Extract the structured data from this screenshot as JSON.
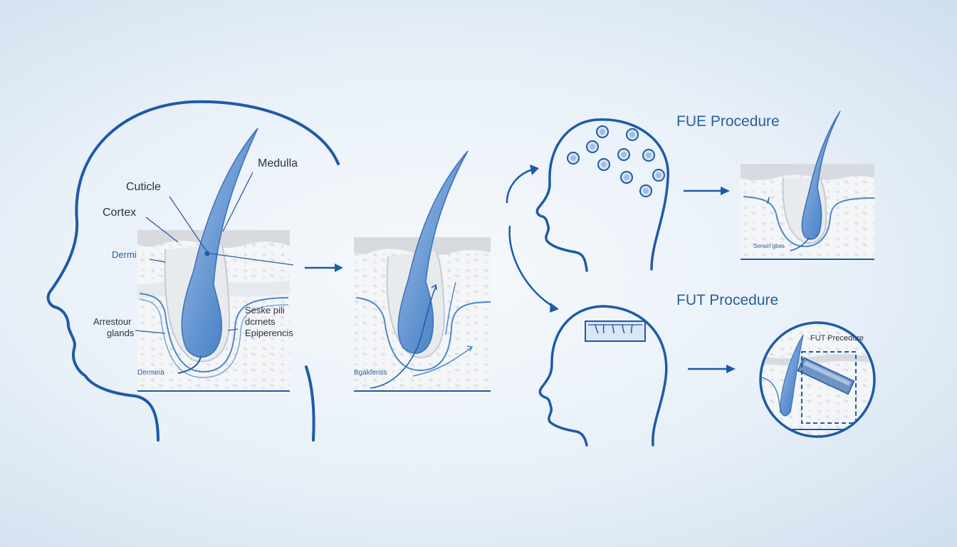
{
  "colors": {
    "line": "#1e5aa8",
    "hair": "#4f86c6",
    "hair_light": "#a9c6e8",
    "skin_panel": "#f4f6f8",
    "tissue": "#d9dee4",
    "background": "#e8f0f8"
  },
  "labels": {
    "medulla": "Medulla",
    "cuticle": "Cuticle",
    "cortex": "Cortex",
    "dermi": "Dermi",
    "arrestour": "Arrestour",
    "glands": "glands",
    "dermina": "Dermina",
    "seske_pili": "Seske pili",
    "dcrnets": "dcrnets",
    "epiperencis": "Epiperencis",
    "bgakferiss": "Bgakferiss",
    "fue_title": "FUE Procedure",
    "fut_title": "FUT Procedure",
    "fut_inset": "FUT Precedure",
    "sensiri_gbes": "Sensiri gbes"
  },
  "icons": {
    "arrow": "arrow-right-icon",
    "graft": "graft-circle-icon"
  }
}
